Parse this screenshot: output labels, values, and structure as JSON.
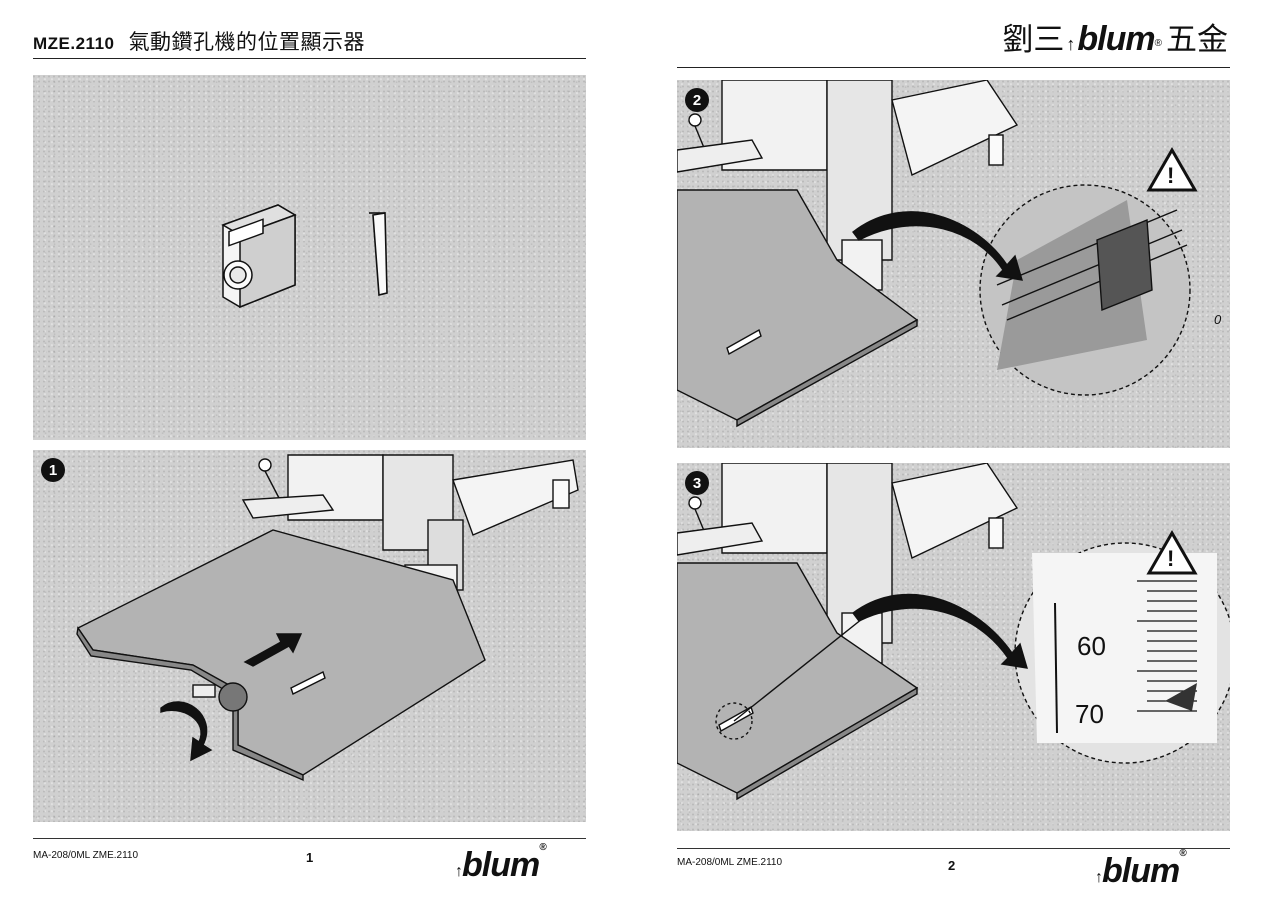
{
  "left_page": {
    "title_code": "MZE.2110",
    "title_zh": "氣動鑽孔機的位置顯示器",
    "step1_badge": "1",
    "footer_code": "MA-208/0ML ZME.2110",
    "page_number": "1",
    "footer_logo": "blum"
  },
  "right_page": {
    "brand_zh_prefix": "劉三",
    "brand_name": "blum",
    "brand_reg": "®",
    "brand_zh_suffix": "五金",
    "step2_badge": "2",
    "step2_zero_mark": "0",
    "step3_badge": "3",
    "scale_labels": [
      "60",
      "70"
    ],
    "footer_code": "MA-208/0ML ZME.2110",
    "page_number": "2",
    "footer_logo": "blum"
  },
  "reg_mark": "®",
  "warning_icon": "warning-triangle-icon",
  "colors": {
    "panel_bg": "#d0d0d0",
    "ink": "#111111"
  }
}
